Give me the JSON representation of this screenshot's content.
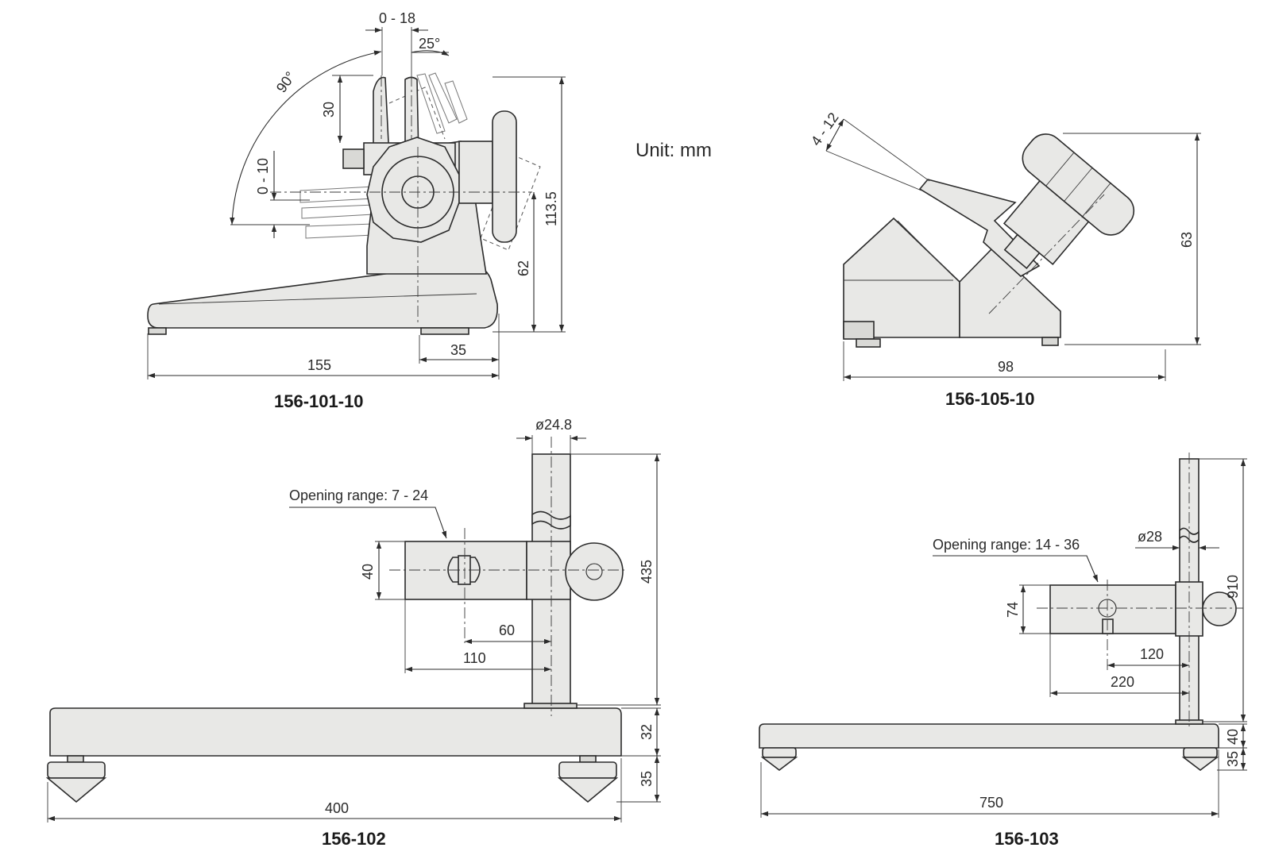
{
  "unit_label": "Unit: mm",
  "drawings": {
    "d1": {
      "model": "156-101-10",
      "dims": {
        "jaw": "0 - 18",
        "tilt": "25°",
        "swing": "90°",
        "jaw_height": "30",
        "height_adj": "0 - 10",
        "total_height": "113.5",
        "axis_height": "62",
        "base_length": "155",
        "offset": "35"
      }
    },
    "d2": {
      "model": "156-105-10",
      "dims": {
        "opening": "4 - 12",
        "height": "63",
        "length": "98"
      }
    },
    "d3": {
      "model": "156-102",
      "opening_range": "Opening range: 7 - 24",
      "dims": {
        "diameter": "ø24.8",
        "clamp_height": "40",
        "column_height": "435",
        "d60": "60",
        "d110": "110",
        "base_height": "32",
        "foot_height": "35",
        "length": "400"
      }
    },
    "d4": {
      "model": "156-103",
      "opening_range": "Opening range: 14 - 36",
      "dims": {
        "diameter": "ø28",
        "clamp_height": "74",
        "column_height": "910",
        "d120": "120",
        "d220": "220",
        "base_height": "40",
        "foot_height": "35",
        "length": "750"
      }
    }
  }
}
